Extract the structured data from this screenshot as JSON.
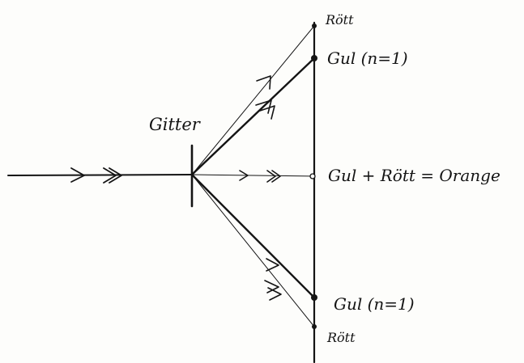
{
  "labels": {
    "grating": "Gitter",
    "red_top": "Rött",
    "yellow_top": "Gul (n=1)",
    "center": "Gul + Rött = Orange",
    "yellow_bottom": "Gul (n=1)",
    "red_bottom": "Rött"
  },
  "colors": {
    "ink": "#141414",
    "paper": "#fdfdfb"
  }
}
